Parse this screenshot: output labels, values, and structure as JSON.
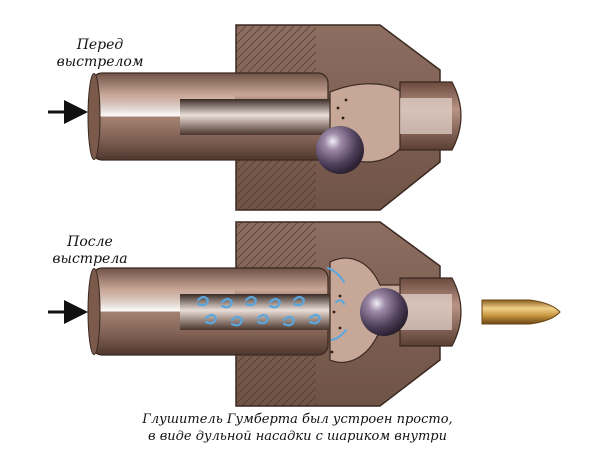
{
  "panels": {
    "before": {
      "label_line1": "Перед",
      "label_line2": "выстрелом"
    },
    "after": {
      "label_line1": "После",
      "label_line2": "выстрела"
    }
  },
  "caption": {
    "line1": "Глушитель Гумберта был устроен просто,",
    "line2": "в виде дульной насадки с шариком внутри"
  },
  "colors": {
    "housing": "#8a6a5c",
    "housing_dark": "#5e4438",
    "barrel": "#b08e7e",
    "ball": "#6b5878",
    "bullet": "#c59c4a",
    "gas": "#6fb4e6"
  }
}
